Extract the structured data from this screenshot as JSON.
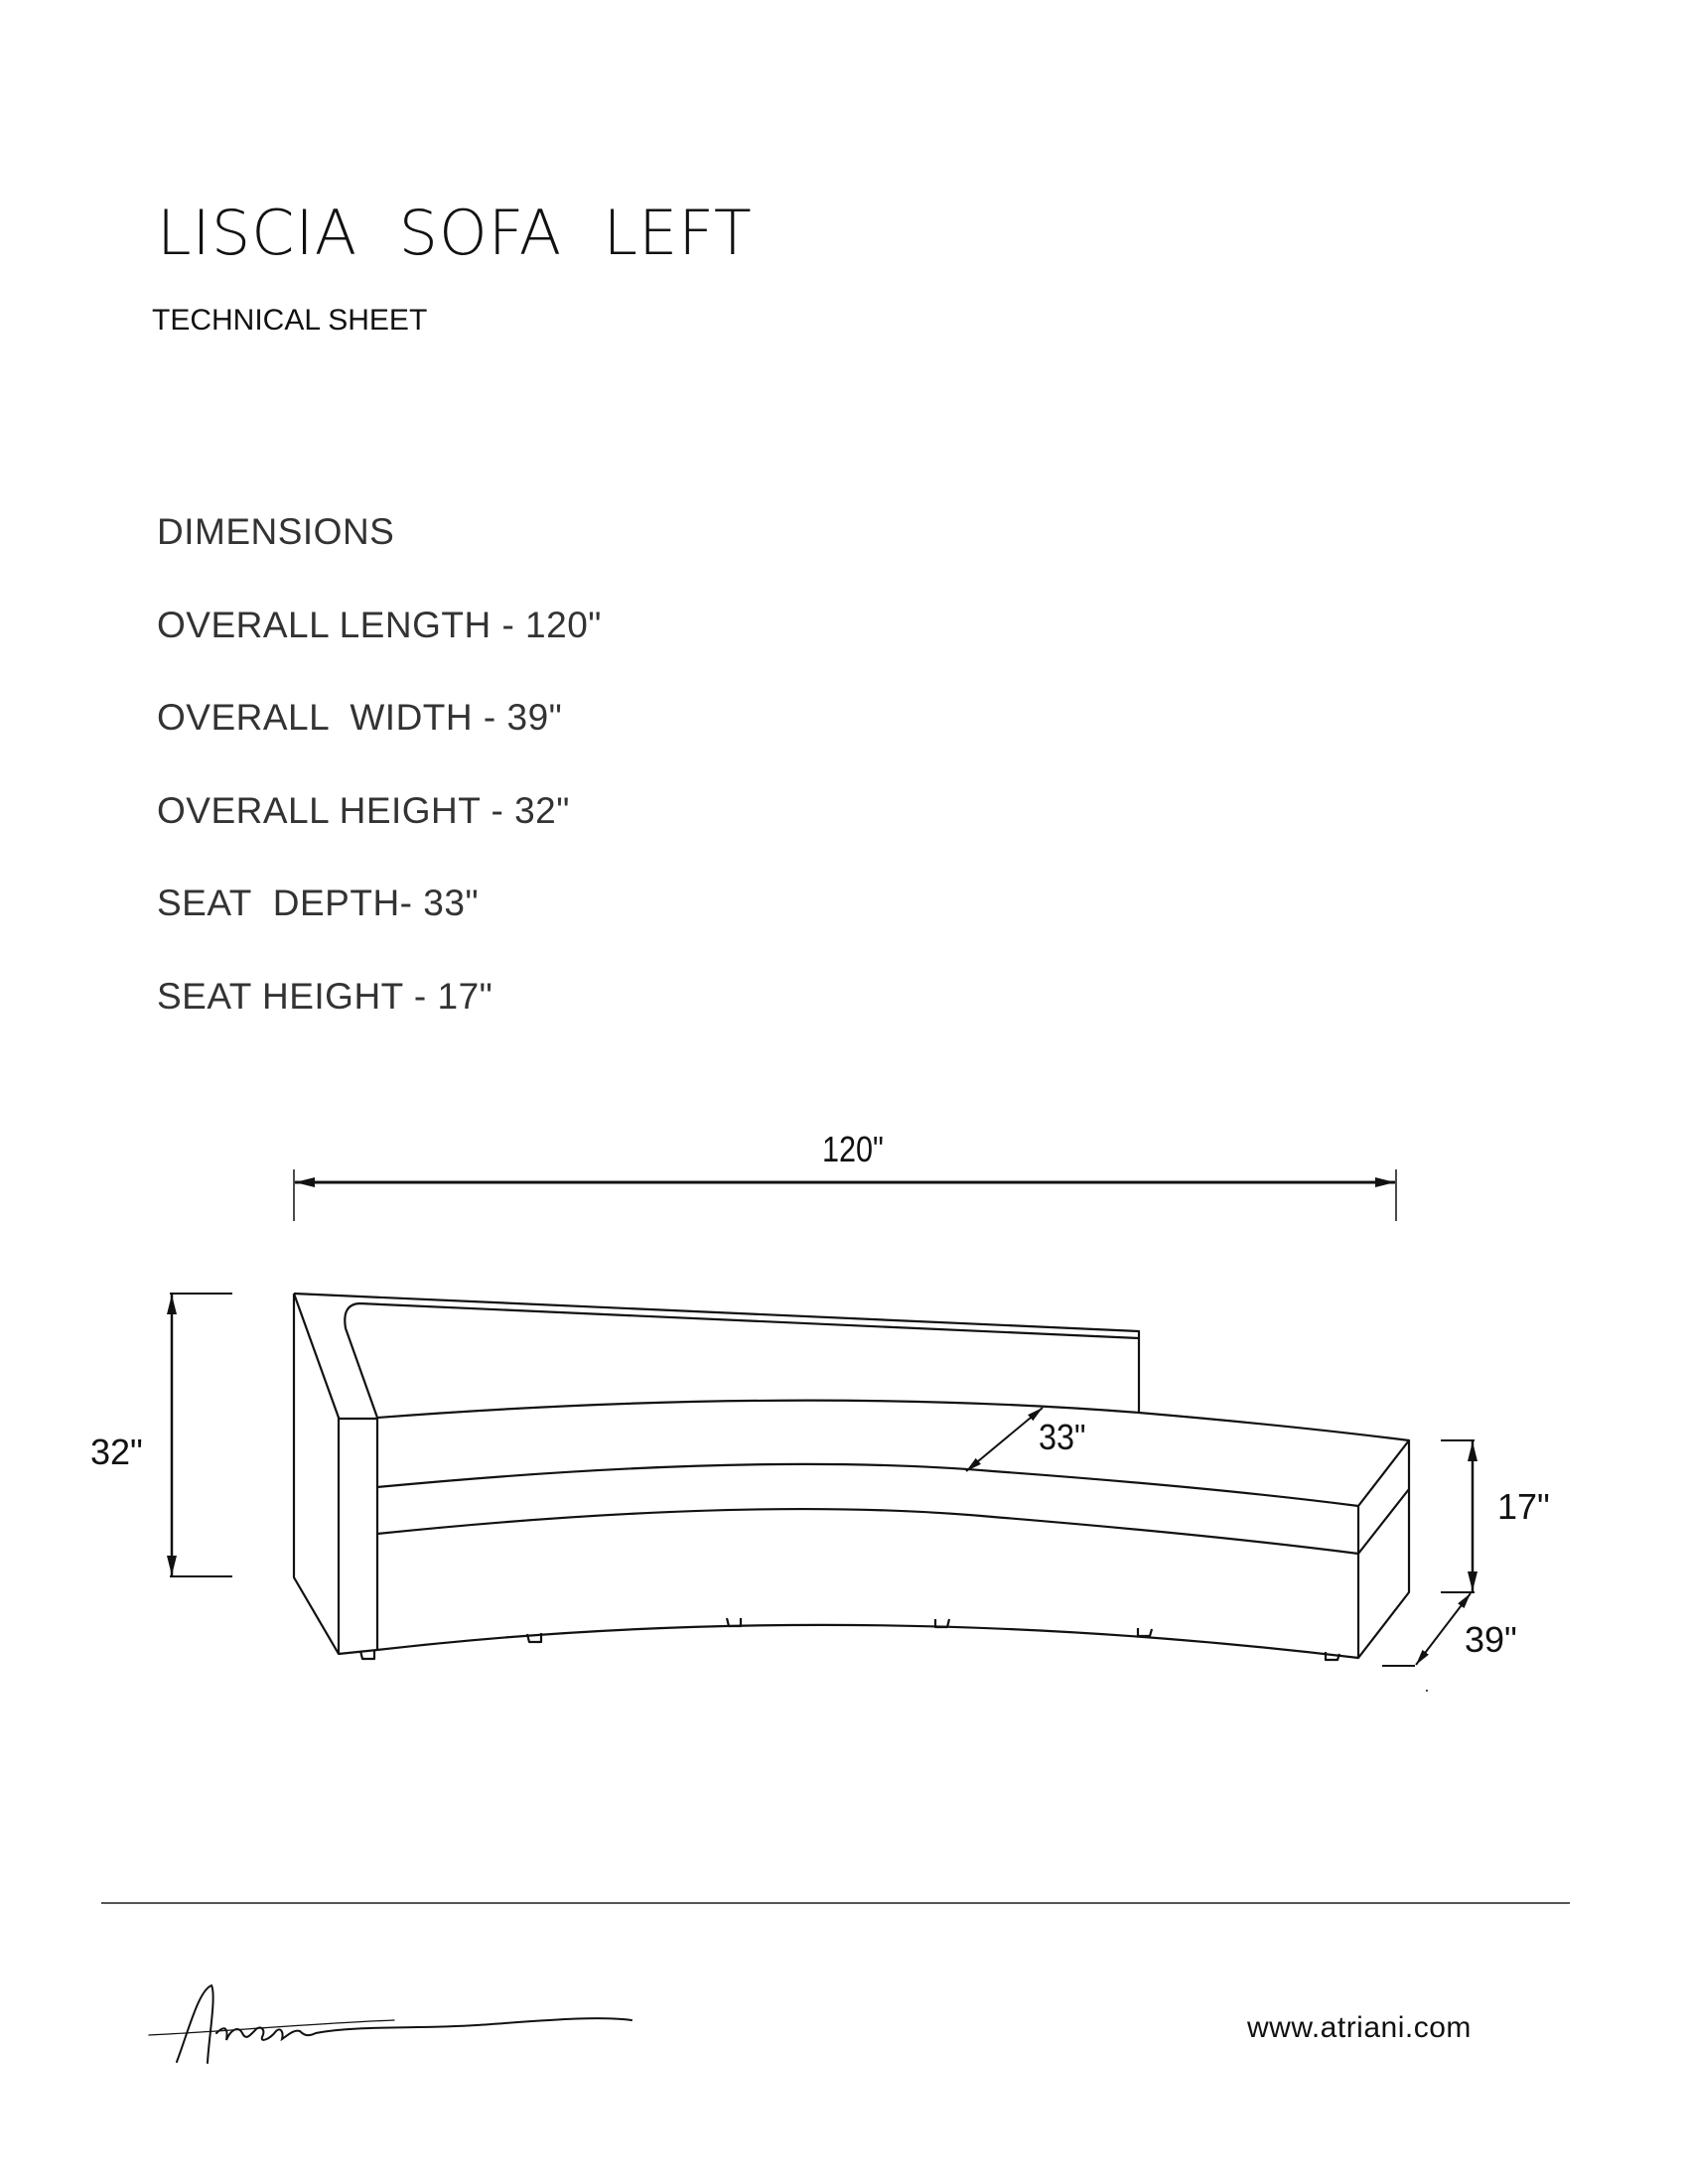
{
  "header": {
    "title": "LISCIA  SOFA  LEFT",
    "subtitle": "TECHNICAL SHEET"
  },
  "dimensions": {
    "heading": "DIMENSIONS",
    "items": [
      "OVERALL LENGTH - 120\"",
      "OVERALL  WIDTH - 39\"",
      "OVERALL HEIGHT - 32\"",
      "SEAT  DEPTH- 33\"",
      "SEAT HEIGHT - 17\""
    ]
  },
  "drawing": {
    "labels": {
      "length": "120\"",
      "height": "32\"",
      "seat_depth": "33\"",
      "seat_height": "17\"",
      "width": "39\""
    },
    "line_color": "#111111"
  },
  "footer": {
    "logo": "Atriani",
    "url": "www.atriani.com",
    "divider_color": "#555555"
  }
}
